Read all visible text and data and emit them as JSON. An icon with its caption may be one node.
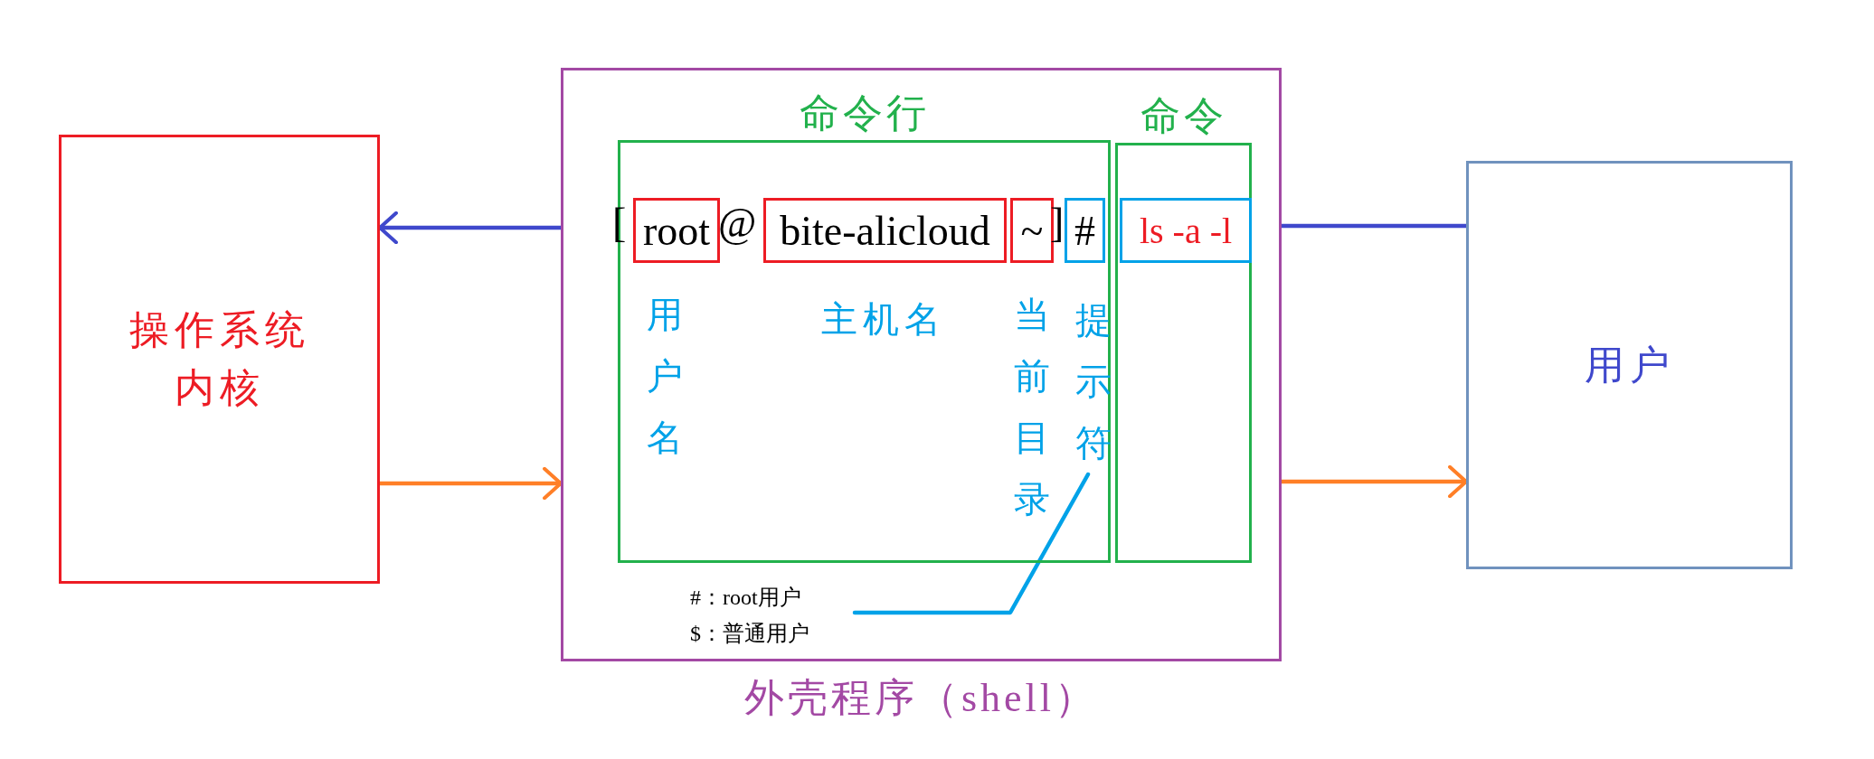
{
  "diagram": {
    "nodes": [
      {
        "text": [
          "操作系统内核"
        ]
      },
      {
        "text": [
          "外壳程序（shell）"
        ]
      },
      {
        "text": [
          "命令行"
        ],
        "in": 1
      },
      {
        "text": [
          "root"
        ],
        "in": 2
      },
      {
        "text": [
          "bite-alicloud"
        ],
        "in": 2
      },
      {
        "text": [
          "~"
        ],
        "in": 2
      },
      {
        "text": [
          "#"
        ],
        "in": 2
      },
      {
        "text": [
          "命令"
        ],
        "in": 1
      },
      {
        "text": [
          "ls -a -l"
        ],
        "in": 7
      },
      {
        "text": [
          "提示符"
        ],
        "in": 2
      },
      {
        "text": [
          "#：root用户",
          "$：普通用户"
        ],
        "in": 1
      },
      {
        "text": [
          "用户"
        ]
      }
    ],
    "edges": [
      {
        "from": 1,
        "to": 0,
        "arrow": "to",
        "color": "#3f48cc"
      },
      {
        "from": 11,
        "to": 1,
        "arrow": "none",
        "color": "#3f48cc"
      },
      {
        "from": 0,
        "to": 1,
        "arrow": "to",
        "color": "#ff7f27"
      },
      {
        "from": 1,
        "to": 11,
        "arrow": "to",
        "color": "#ff7f27"
      },
      {
        "from": 10,
        "to": 9,
        "arrow": "none",
        "color": "#00a2e8"
      }
    ],
    "labels": [
      "[",
      "@",
      "]",
      "用户名",
      "主机名",
      "当前目录"
    ]
  }
}
